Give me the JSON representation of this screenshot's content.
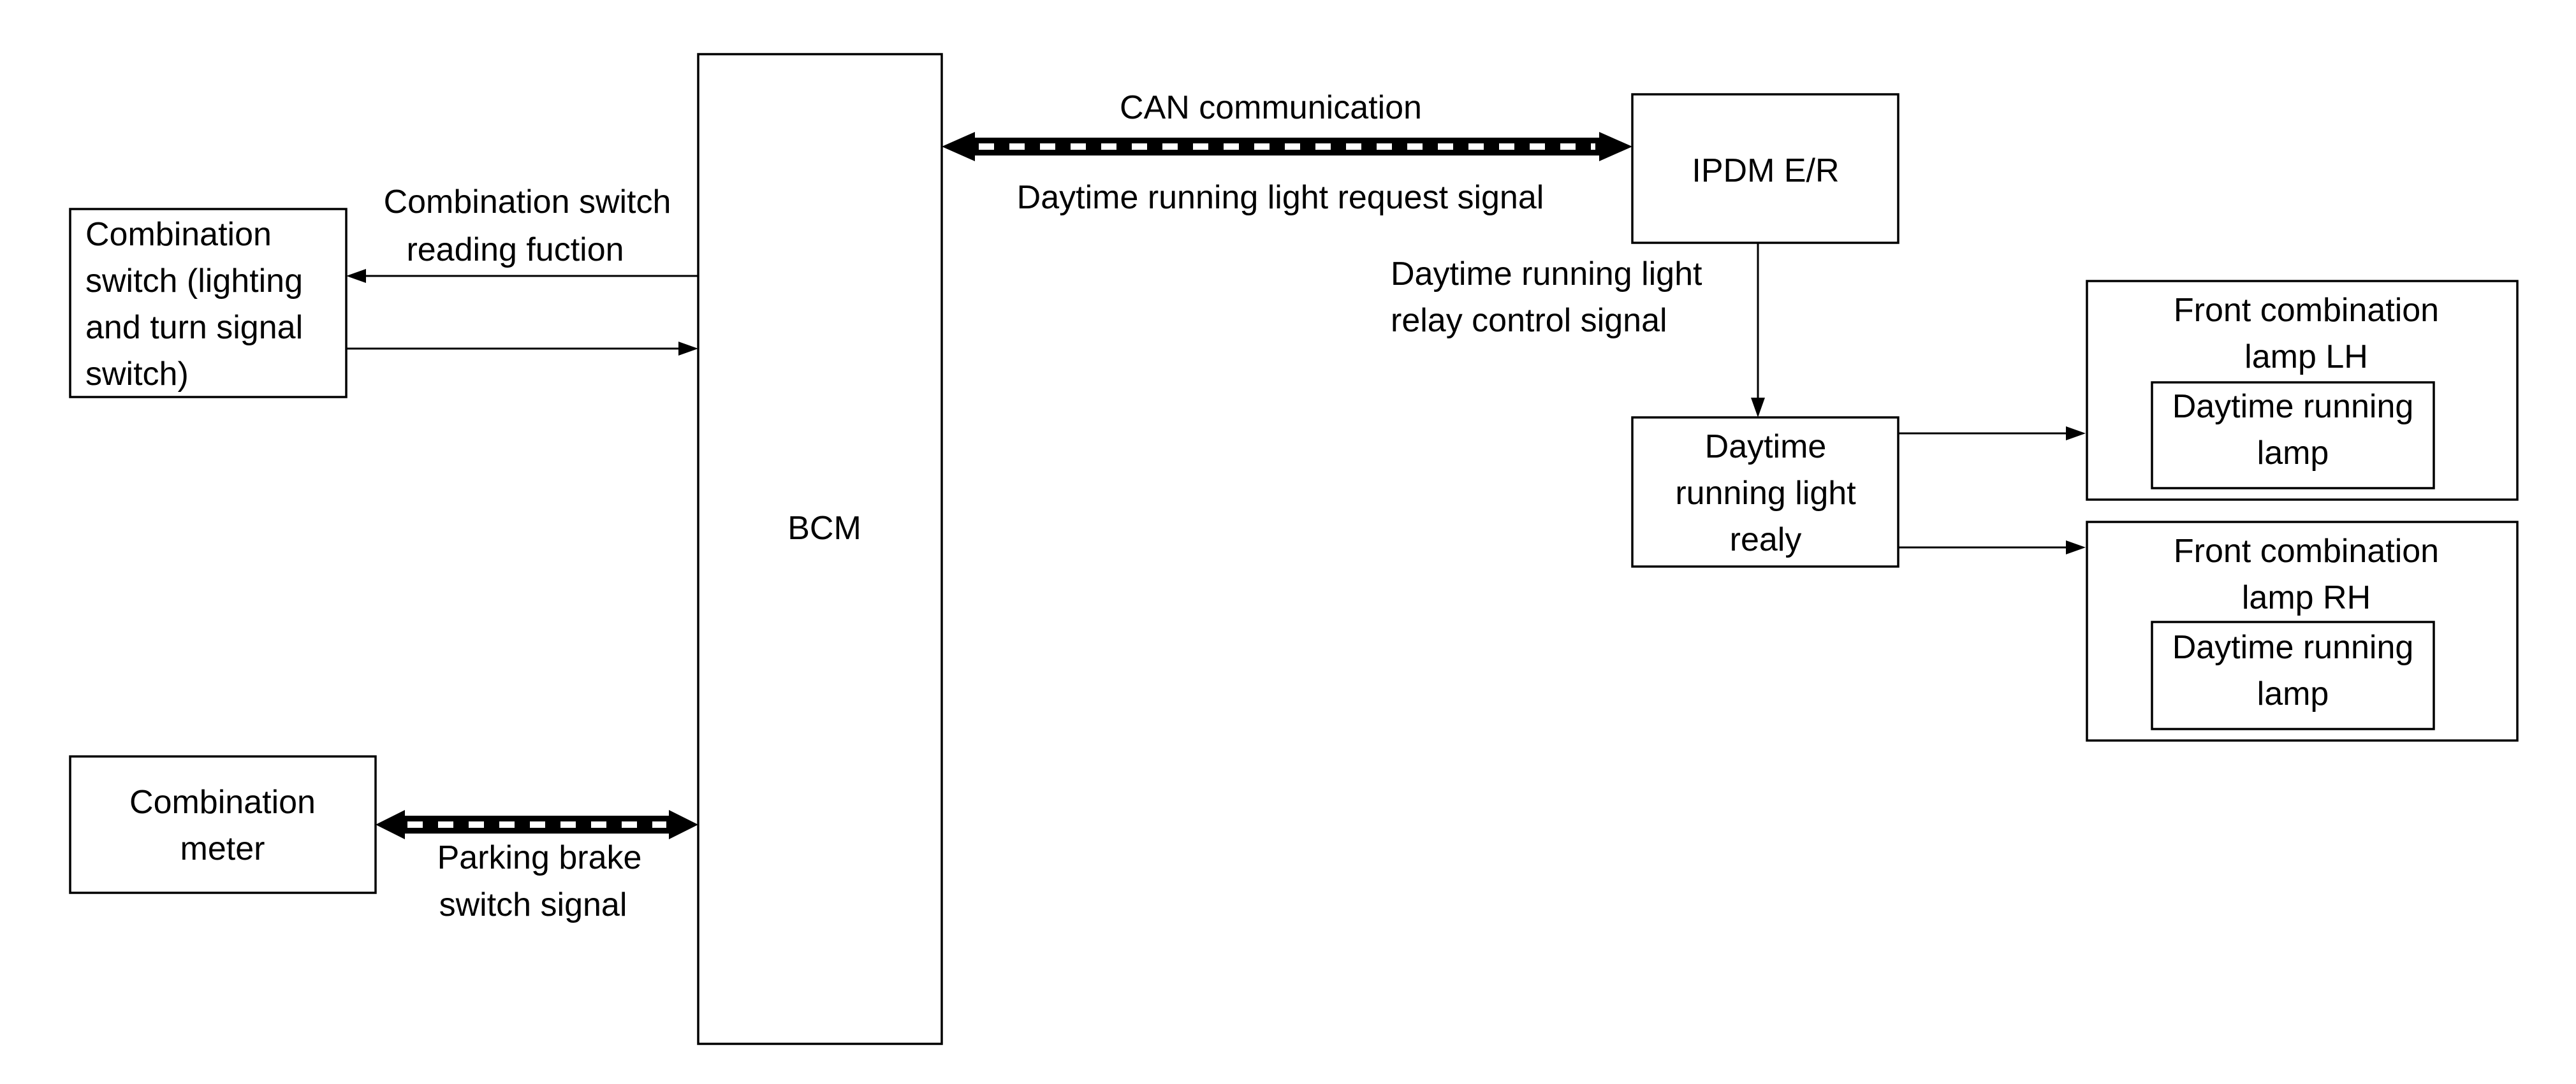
{
  "blocks": {
    "bcm": "BCM",
    "ipdm": "IPDM E/R",
    "combination_switch": [
      "Combination",
      "switch (lighting",
      "and turn signal",
      "switch)"
    ],
    "combination_meter": [
      "Combination",
      "meter"
    ],
    "drl_relay": [
      "Daytime",
      "running light",
      "realy"
    ],
    "front_lamp_lh": {
      "title": [
        "Front combination",
        "lamp LH"
      ],
      "inner": [
        "Daytime running",
        "lamp"
      ]
    },
    "front_lamp_rh": {
      "title": [
        "Front combination",
        "lamp RH"
      ],
      "inner": [
        "Daytime running",
        "lamp"
      ]
    }
  },
  "signals": {
    "can_top": "CAN communication",
    "can_bottom": "Daytime running light request signal",
    "switch_reading": [
      "Combination switch",
      "reading fuction"
    ],
    "relay_control": [
      "Daytime running light",
      "relay control signal"
    ],
    "parking_brake": [
      "Parking brake",
      "switch signal"
    ]
  },
  "colors": {
    "line": "#000000",
    "background": "#ffffff"
  }
}
